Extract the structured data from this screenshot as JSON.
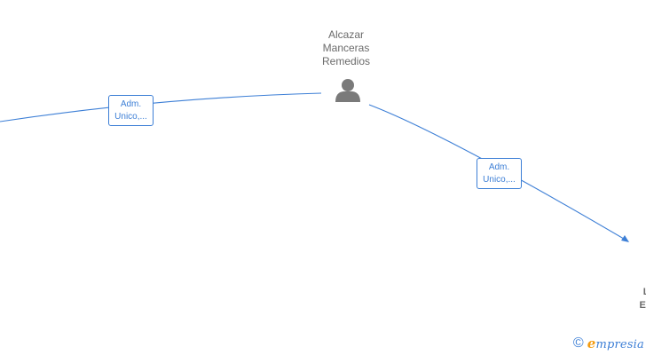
{
  "person": {
    "name_lines": [
      "Alcazar",
      "Manceras",
      "Remedios"
    ],
    "icon": "person-icon"
  },
  "company": {
    "name_lines": [
      "LO",
      "EMI"
    ]
  },
  "edges": [
    {
      "label_lines": [
        "Adm.",
        "Unico,..."
      ]
    },
    {
      "label_lines": [
        "Adm.",
        "Unico,..."
      ]
    }
  ],
  "brand": {
    "symbol": "©",
    "first_letter": "e",
    "rest": "mpresia"
  },
  "colors": {
    "edge": "#3d7fd6",
    "text": "#6b6b6b",
    "brand_accent": "#f39c12"
  }
}
